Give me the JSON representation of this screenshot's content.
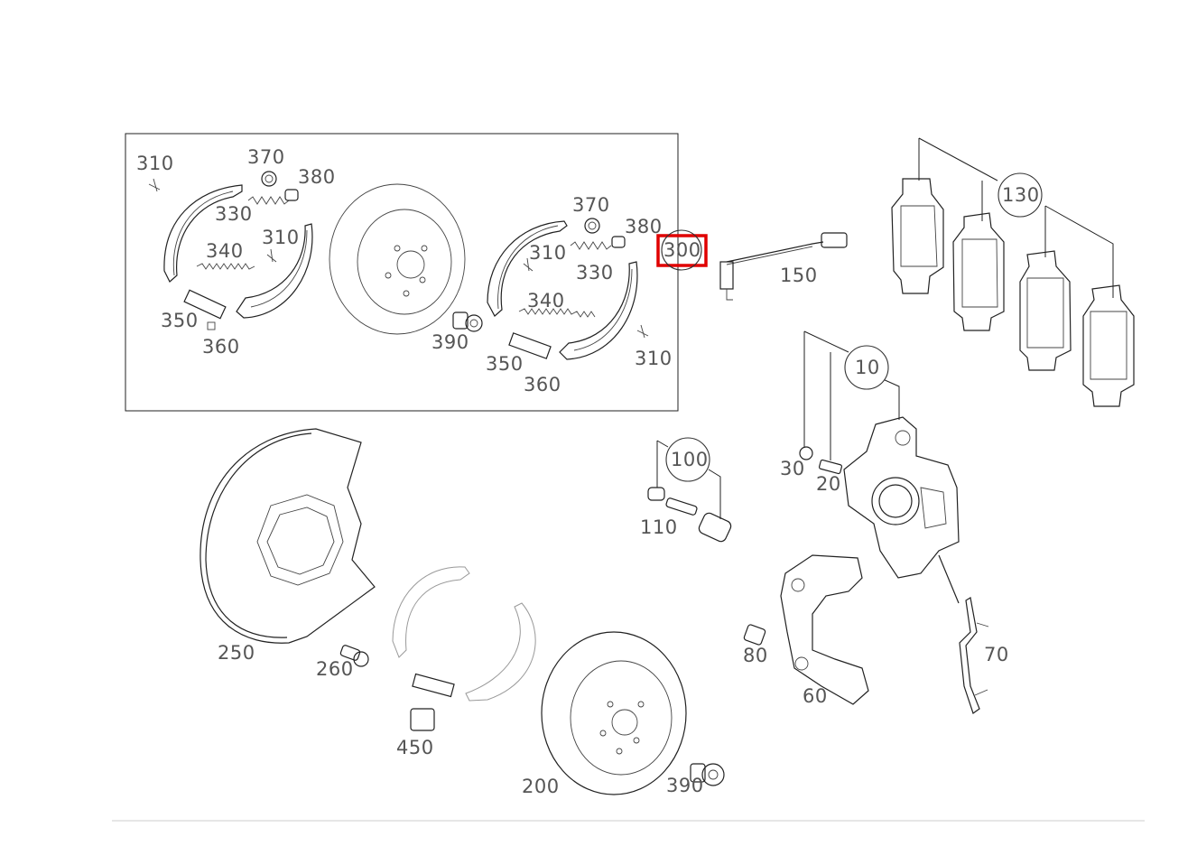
{
  "highlight_color": "#e00000",
  "highlighted_part": "300",
  "labels": {
    "l310_a": "310",
    "l370_a": "370",
    "l380_a": "380",
    "l330_a": "330",
    "l310_b": "310",
    "l340_a": "340",
    "l350_a": "350",
    "l360_a": "360",
    "l370_b": "370",
    "l380_b": "380",
    "l300": "300",
    "l310_c": "310",
    "l330_b": "330",
    "l340_b": "340",
    "l390_a": "390",
    "l350_b": "350",
    "l360_b": "360",
    "l310_d": "310",
    "l150": "150",
    "l130": "130",
    "l10": "10",
    "l30": "30",
    "l20": "20",
    "l100": "100",
    "l110": "110",
    "l250": "250",
    "l260": "260",
    "l450": "450",
    "l200": "200",
    "l390_b": "390",
    "l80": "80",
    "l60": "60",
    "l70": "70"
  }
}
